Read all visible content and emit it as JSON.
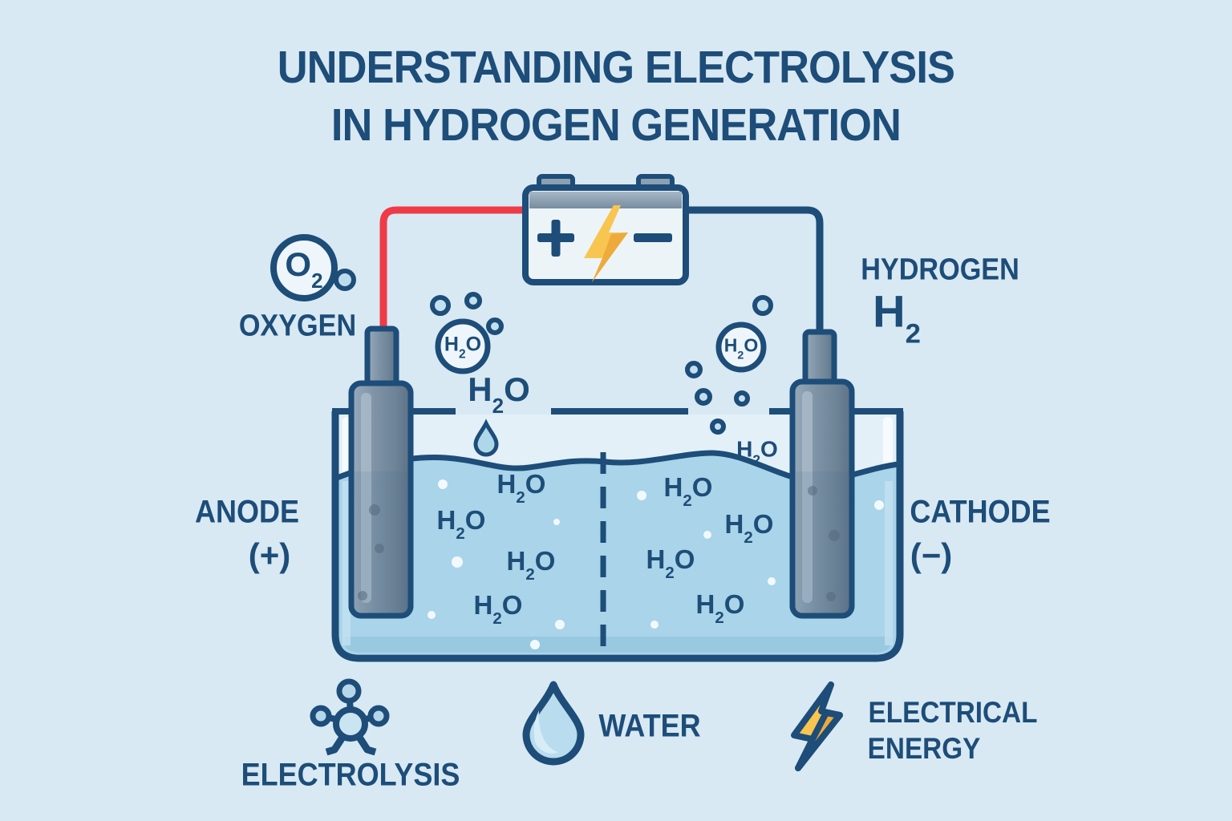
{
  "title": {
    "line1": "UNDERSTANDING ELECTROLYSIS",
    "line2": "IN HYDROGEN GENERATION"
  },
  "battery": {
    "positive_terminal": "+",
    "negative_terminal": "−",
    "bolt_icon": "lightning-bolt"
  },
  "oxygen_side": {
    "molecule_symbol": "O",
    "molecule_subscript": "2",
    "label": "OXYGEN",
    "electrode_label": "ANODE",
    "electrode_sign": "(+)"
  },
  "hydrogen_side": {
    "label": "HYDROGEN",
    "molecule_symbol": "H",
    "molecule_subscript": "2",
    "electrode_label": "CATHODE",
    "electrode_sign": "(−)"
  },
  "water_molecule": {
    "h": "H",
    "sub": "2",
    "o": "O"
  },
  "legend": {
    "electrolysis": {
      "icon": "molecule-icon",
      "label": "ELECTROLYSIS"
    },
    "water": {
      "icon": "water-drop-icon",
      "label": "WATER"
    },
    "electrical_energy": {
      "icon": "lightning-bolt-icon",
      "label_line1": "ELECTRICAL",
      "label_line2": "ENERGY"
    }
  },
  "icons": {
    "battery": "battery-icon",
    "lightning": "lightning-bolt-icon",
    "droplet": "water-drop-icon",
    "molecule": "molecule-icon",
    "bubble": "bubble-icon"
  },
  "colors": {
    "background": "#d8e9f4",
    "navy": "#1d4d78",
    "red_wire": "#ee3b47",
    "water": "#a9d4e9",
    "tank_interior": "#e3f0f8",
    "electrode_gray": "#7e93a6",
    "bolt_yellow": "#f8c550"
  }
}
